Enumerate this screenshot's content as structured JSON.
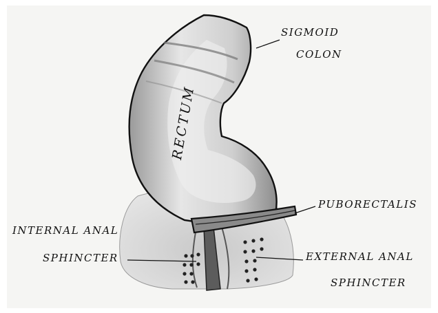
{
  "diagram": {
    "labels": {
      "sigmoid_line1": "SIGMOID",
      "sigmoid_line2": "COLON",
      "rectum": "RECTUM",
      "puborectalis": "PUBORECTALIS",
      "internal_line1": "INTERNAL ANAL",
      "internal_line2": "SPHINCTER",
      "external_line1": "EXTERNAL ANAL",
      "external_line2": "SPHINCTER"
    },
    "colors": {
      "paper": "#f5f5f3",
      "ink": "#111111",
      "shading": "#bdbdbd",
      "tissue": "#d6d6d6"
    }
  }
}
